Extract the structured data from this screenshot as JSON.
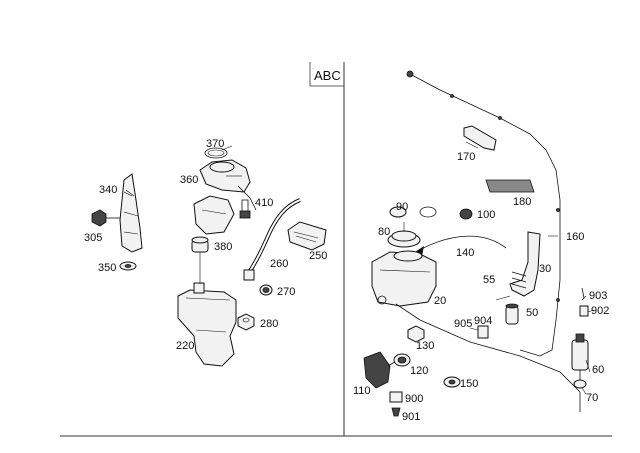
{
  "diagram": {
    "group_tag": "ABC",
    "callouts": {
      "c370": "370",
      "c360": "360",
      "c340": "340",
      "c305": "305",
      "c350": "350",
      "c410": "410",
      "c380": "380",
      "c260": "260",
      "c250": "250",
      "c270": "270",
      "c280": "280",
      "c220": "220",
      "c170": "170",
      "c180": "180",
      "c160": "160",
      "c90": "90",
      "c100": "100",
      "c80": "80",
      "c140": "140",
      "c30": "30",
      "c55": "55",
      "c50": "50",
      "c20": "20",
      "c905": "905",
      "c904": "904",
      "c130": "130",
      "c120": "120",
      "c110": "110",
      "c150": "150",
      "c900": "900",
      "c901": "901",
      "c903": "903",
      "c902": "902",
      "c60": "60",
      "c70": "70"
    }
  }
}
